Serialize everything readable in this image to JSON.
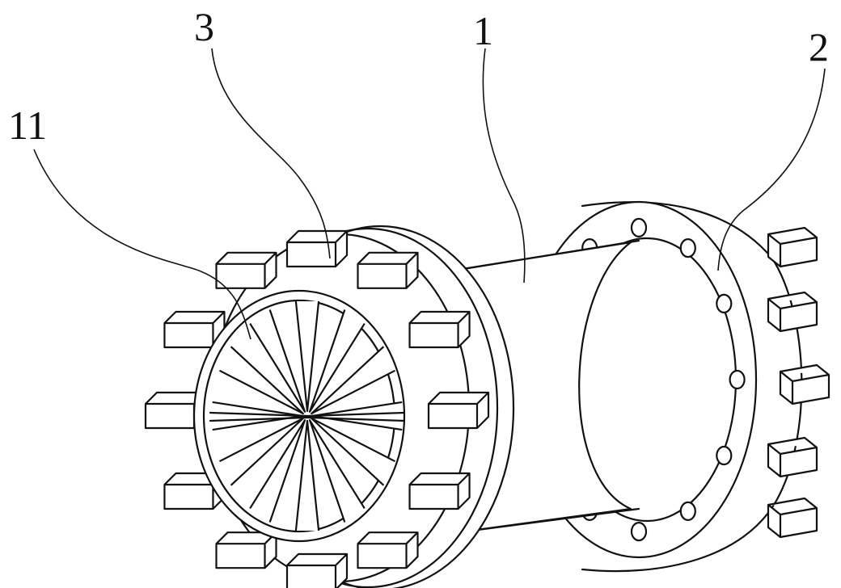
{
  "labels": {
    "body": "1",
    "flange": "2",
    "blade": "3",
    "iris_ring": "11"
  }
}
